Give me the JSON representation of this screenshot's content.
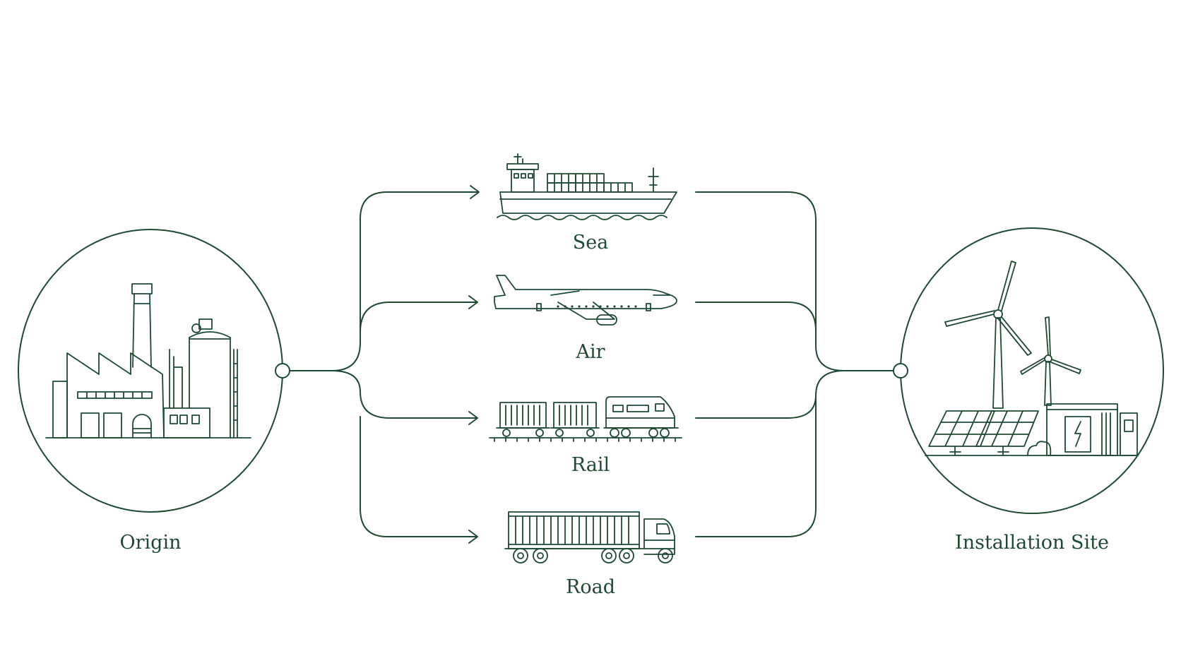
{
  "colors": {
    "ink": "#1d4a30",
    "background": "#ffffff"
  },
  "nodes": {
    "origin": {
      "label": "Origin",
      "icon": "factory-icon"
    },
    "destination": {
      "label": "Installation Site",
      "icon": "renewable-energy-site-icon"
    }
  },
  "routes": [
    {
      "label": "Sea",
      "icon": "container-ship-icon"
    },
    {
      "label": "Air",
      "icon": "airplane-icon"
    },
    {
      "label": "Rail",
      "icon": "freight-train-icon"
    },
    {
      "label": "Road",
      "icon": "container-truck-icon"
    }
  ]
}
